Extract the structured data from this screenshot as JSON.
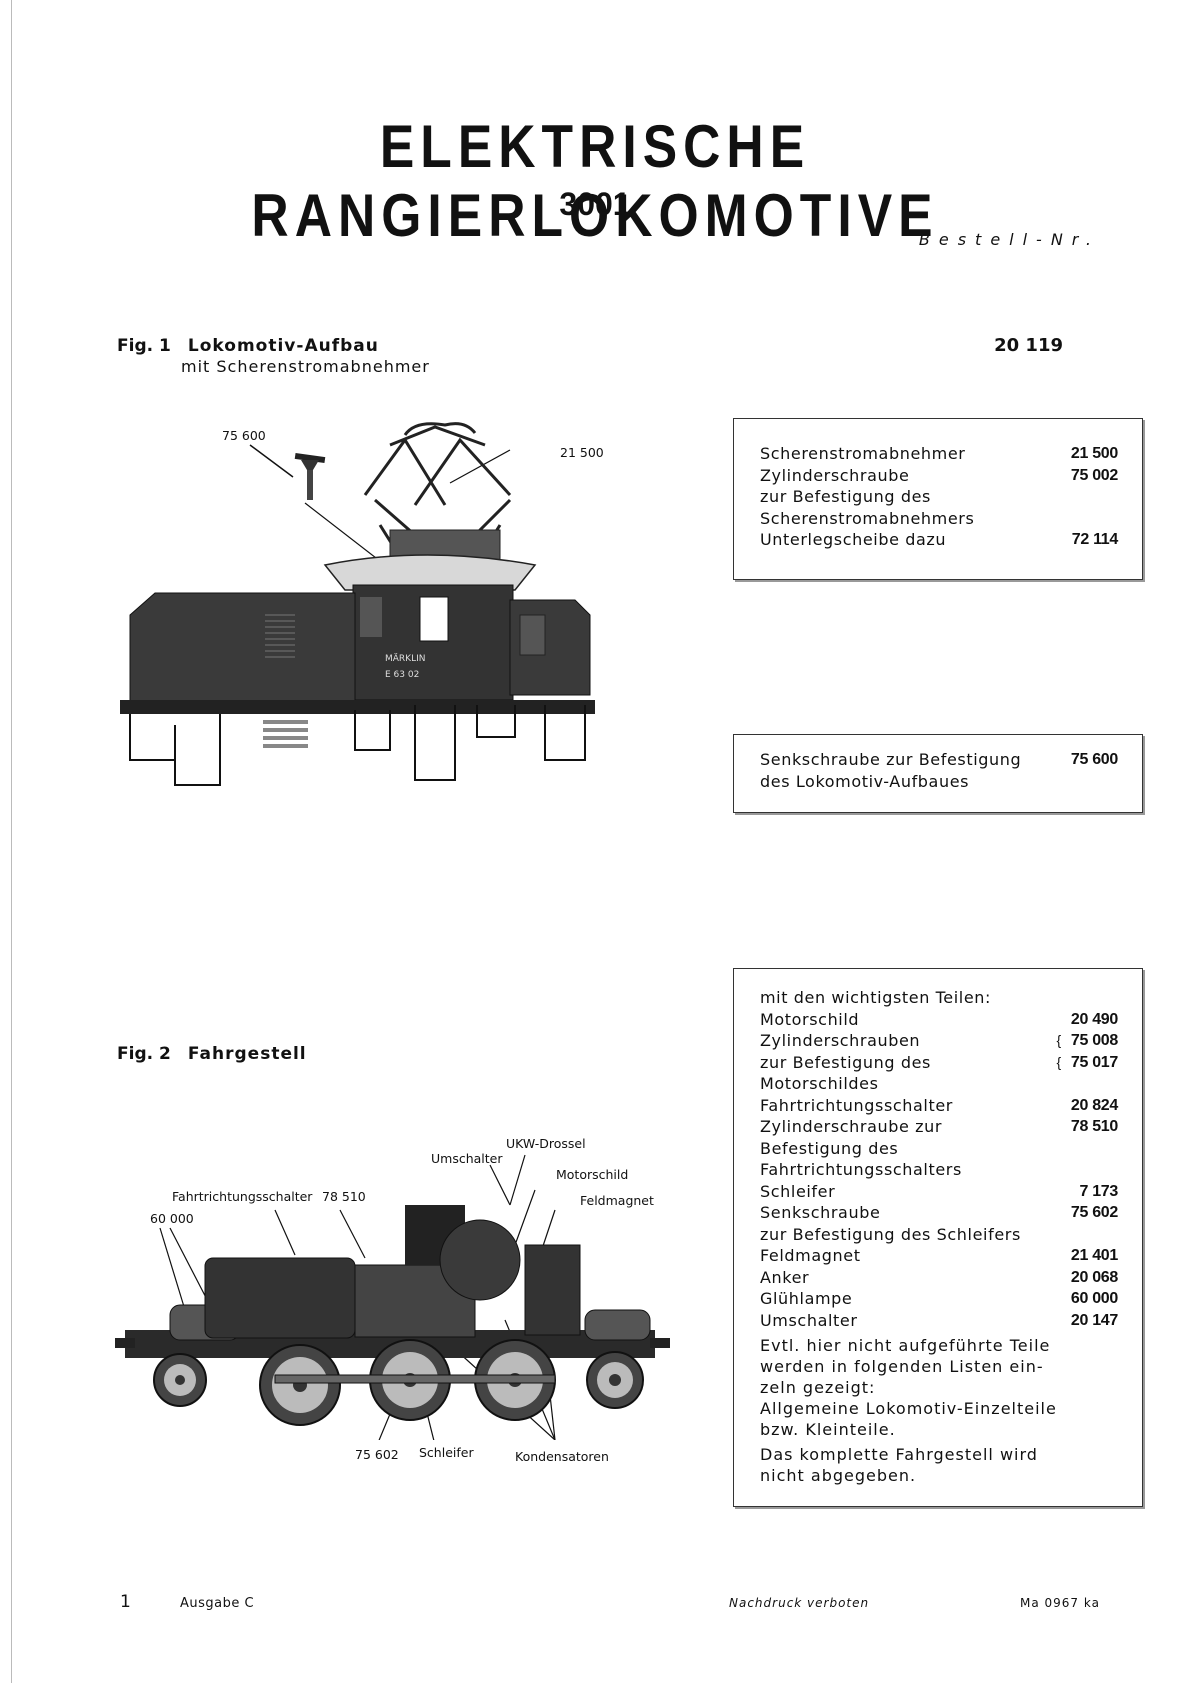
{
  "header": {
    "title": "ELEKTRISCHE RANGIERLOKOMOTIVE",
    "model": "3001",
    "bestell": "Bestell-Nr."
  },
  "fig1": {
    "num": "Fig. 1",
    "title": "Lokomotiv-Aufbau",
    "subtitle": "mit Scherenstromabnehmer",
    "order_no": "20 119",
    "callouts": {
      "screw": "75 600",
      "pantograph": "21 500"
    },
    "loco_marking": [
      "MÄRKLIN",
      "E 63 02"
    ],
    "box1": [
      {
        "label": "Scherenstromabnehmer",
        "num": "21 500"
      },
      {
        "label": "Zylinderschraube",
        "num": "75 002"
      },
      {
        "label": "zur Befestigung des",
        "num": ""
      },
      {
        "label": "Scherenstromabnehmers",
        "num": ""
      },
      {
        "label": "Unterlegscheibe dazu",
        "num": "72 114"
      }
    ],
    "box2": [
      {
        "label": "Senkschraube zur Befestigung",
        "num": "75 600"
      },
      {
        "label": "des Lokomotiv-Aufbaues",
        "num": ""
      }
    ]
  },
  "fig2": {
    "num": "Fig. 2",
    "title": "Fahrgestell",
    "callouts": {
      "fahrtrichtung": "Fahrtrichtungsschalter",
      "n78510": "78 510",
      "n60000": "60 000",
      "umschalter": "Umschalter",
      "ukw": "UKW-Drossel",
      "motorschild": "Motorschild",
      "feldmagnet": "Feldmagnet",
      "n75602": "75 602",
      "schleifer": "Schleifer",
      "kondensatoren": "Kondensatoren"
    },
    "box": {
      "intro": "mit den wichtigsten Teilen:",
      "rows": [
        {
          "label": "Motorschild",
          "num": "20 490"
        },
        {
          "label": "Zylinderschrauben",
          "num": "75 008",
          "brace": "{"
        },
        {
          "label": "zur Befestigung des",
          "num": "75 017",
          "brace": "{"
        },
        {
          "label": "Motorschildes",
          "num": ""
        },
        {
          "label": "Fahrtrichtungsschalter",
          "num": "20 824"
        },
        {
          "label": "Zylinderschraube zur",
          "num": "78 510"
        },
        {
          "label": "Befestigung des",
          "num": ""
        },
        {
          "label": "Fahrtrichtungsschalters",
          "num": ""
        },
        {
          "label": "Schleifer",
          "num": "7 173"
        },
        {
          "label": "Senkschraube",
          "num": "75 602"
        },
        {
          "label": "zur Befestigung des Schleifers",
          "num": ""
        },
        {
          "label": "Feldmagnet",
          "num": "21 401"
        },
        {
          "label": "Anker",
          "num": "20 068"
        },
        {
          "label": "Glühlampe",
          "num": "60 000"
        },
        {
          "label": "Umschalter",
          "num": "20 147"
        }
      ],
      "note1": [
        "Evtl. hier nicht aufgeführte Teile",
        "werden in folgenden Listen ein-",
        "zeln gezeigt:",
        "Allgemeine Lokomotiv-Einzelteile",
        "bzw. Kleinteile."
      ],
      "note2": [
        "Das komplette Fahrgestell wird",
        "nicht abgegeben."
      ]
    }
  },
  "footer": {
    "page": "1",
    "ausgabe": "Ausgabe C",
    "nachdruck": "Nachdruck verboten",
    "code": "Ma 0967 ka"
  }
}
